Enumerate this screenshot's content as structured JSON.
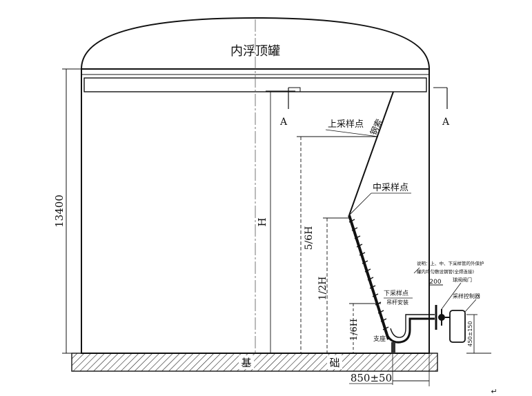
{
  "tank": {
    "title": "内浮顶罐",
    "height_dim": "13400",
    "foundation_left": "基",
    "foundation_right": "础",
    "bottom_dim": "850±50"
  },
  "section": {
    "left_mark": "A",
    "right_mark": "A"
  },
  "pipe": {
    "upper_point": "上采样点",
    "mid_point": "中采样点",
    "steel_cable": "钢索",
    "lower_point": "下采样点",
    "mount": "吊杆安装",
    "support": "支座"
  },
  "levels": {
    "full": "H",
    "five_sixths": "5/6H",
    "one_half": "1/2H",
    "one_sixth": "1/6H"
  },
  "detail": {
    "note_line1": "说明：上、中、下采样管的外保护",
    "note_line2": "罐内均匀敷设钢管(全焊连接)",
    "dim_200": "200",
    "sampling_valve": "球阀阀门",
    "sampler": "采样控制器",
    "dim_450": "450±150"
  },
  "corner_mark": "↵"
}
